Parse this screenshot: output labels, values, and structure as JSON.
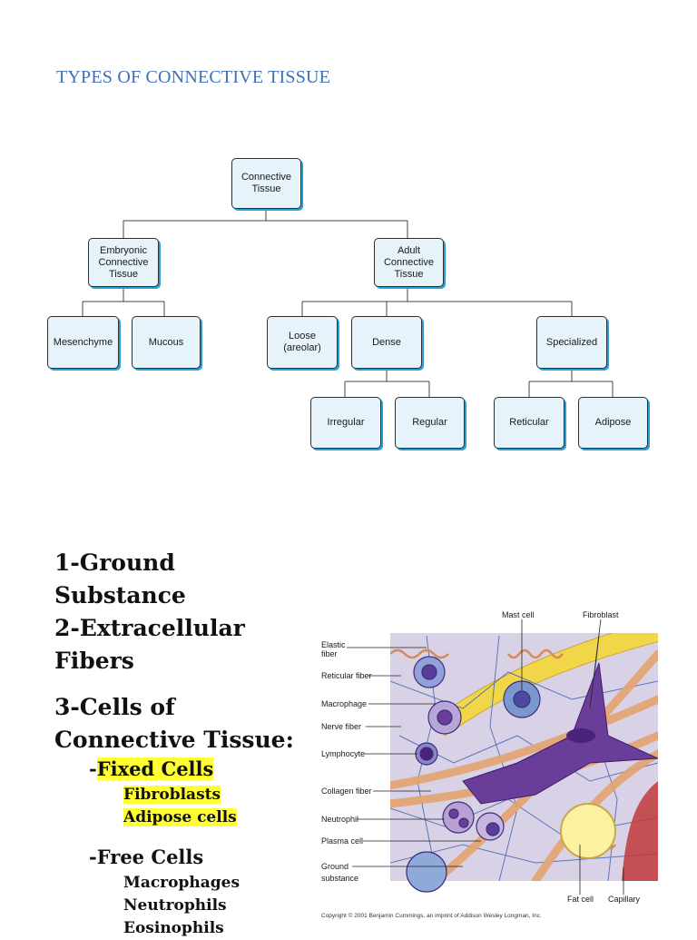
{
  "title": "TYPES OF CONNECTIVE TISSUE",
  "tree": {
    "root": "Connective\nTissue",
    "embryonic": "Embryonic\nConnective\nTissue",
    "adult": "Adult\nConnective\nTissue",
    "mesenchyme": "Mesenchyme",
    "mucous": "Mucous",
    "loose": "Loose\n(areolar)",
    "dense": "Dense",
    "specialized": "Specialized",
    "irregular": "Irregular",
    "regular": "Regular",
    "reticular": "Reticular",
    "adipose": "Adipose"
  },
  "components": {
    "item1_line1": "1-Ground",
    "item1_line2": "Substance",
    "item2_line1": "2-Extracellular",
    "item2_line2": "Fibers",
    "item3_line1": "3-Cells of",
    "item3_line2": "Connective Tissue:",
    "fixed_dash": "-",
    "fixed_label": "Fixed Cells",
    "fixed_items": [
      "Fibroblasts",
      "Adipose cells"
    ],
    "free_label": "-Free Cells",
    "free_items": [
      "Macrophages",
      "Neutrophils",
      "Eosinophils"
    ]
  },
  "figure": {
    "labels": {
      "elastic_fiber_1": "Elastic",
      "elastic_fiber_2": "fiber",
      "reticular_fiber": "Reticular fiber",
      "macrophage": "Macrophage",
      "nerve_fiber": "Nerve fiber",
      "lymphocyte": "Lymphocyte",
      "collagen_fiber": "Collagen fiber",
      "neutrophil": "Neutrophil",
      "plasma_cell": "Plasma cell",
      "ground_substance_1": "Ground",
      "ground_substance_2": "substance",
      "mast_cell": "Mast cell",
      "fibroblast": "Fibroblast",
      "fat_cell": "Fat cell",
      "capillary": "Capillary"
    },
    "copyright": "Copyright © 2001 Benjamin Cummings, an imprint of Addison Wesley Longman, Inc."
  }
}
